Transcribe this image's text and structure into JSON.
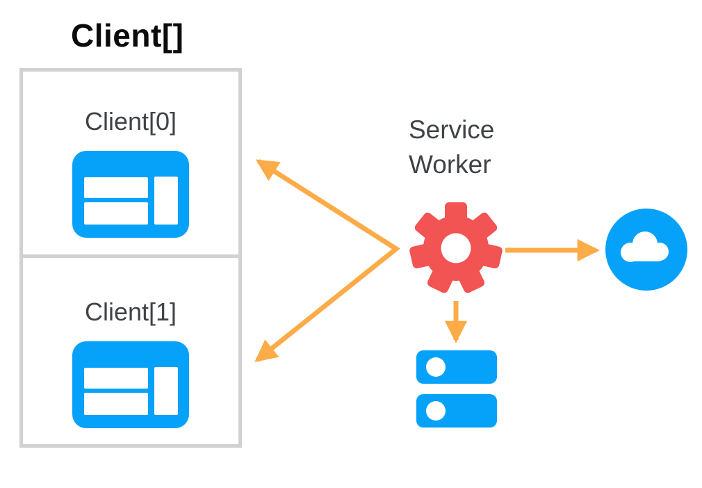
{
  "diagram": {
    "title": "Client[]",
    "clients": [
      {
        "label": "Client[0]",
        "icon": "browser-window-icon"
      },
      {
        "label": "Client[1]",
        "icon": "browser-window-icon"
      }
    ],
    "service_worker": {
      "label": "Service Worker",
      "icon": "gear-icon"
    },
    "network": {
      "icon": "cloud-icon"
    },
    "storage": {
      "icon": "server-stack-icon"
    },
    "connections": [
      {
        "from": "service-worker",
        "to": "client-0",
        "style": "orange-arrow"
      },
      {
        "from": "service-worker",
        "to": "client-1",
        "style": "orange-arrow"
      },
      {
        "from": "service-worker",
        "to": "cloud",
        "style": "orange-arrow"
      },
      {
        "from": "service-worker",
        "to": "server-stack",
        "style": "orange-arrow"
      }
    ]
  },
  "colors": {
    "blue": "#06A1F9",
    "red": "#F25353",
    "orange": "#FBAC48",
    "text_dark": "#3F4347",
    "title_color": "#0B0B0B",
    "border_gray": "#D1D1D1"
  }
}
